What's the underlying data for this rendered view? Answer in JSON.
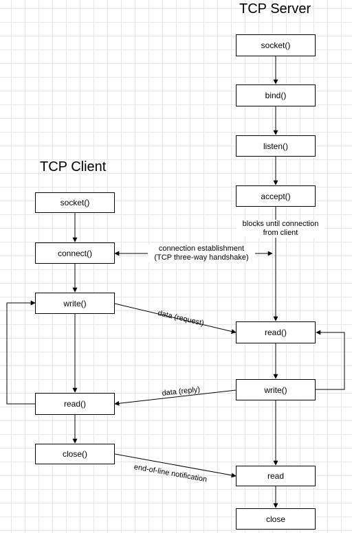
{
  "server": {
    "title": "TCP Server",
    "steps": {
      "socket": "socket()",
      "bind": "bind()",
      "listen": "listen()",
      "accept": "accept()",
      "read": "read()",
      "write": "write()",
      "read_eof": "read",
      "close": "close"
    },
    "blocks_note": "blocks until connection\nfrom client"
  },
  "client": {
    "title": "TCP Client",
    "steps": {
      "socket": "socket()",
      "connect": "connect()",
      "write": "write()",
      "read": "read()",
      "close": "close()"
    }
  },
  "flows": {
    "handshake": "connection establishment\n(TCP three-way handshake)",
    "request": "data (request)",
    "reply": "data (reply)",
    "eof": "end-of-line notification"
  }
}
